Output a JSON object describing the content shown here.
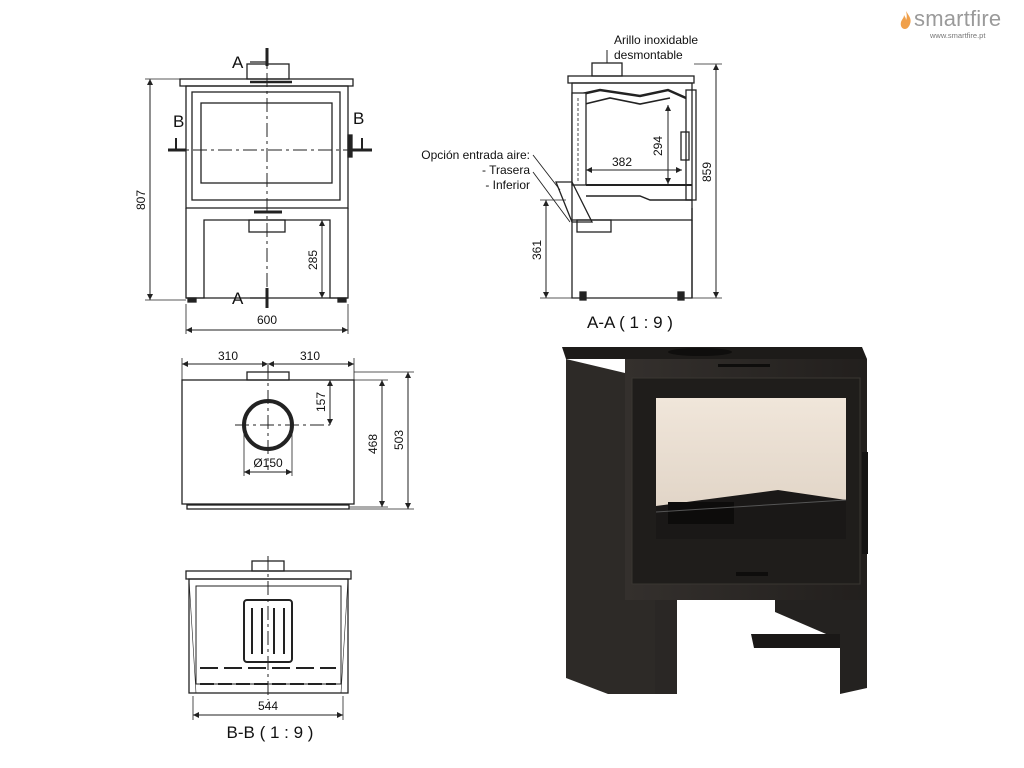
{
  "brand": {
    "name_plain": "smart",
    "name_accent": "fire",
    "url": "www.smartfire.pt",
    "accent_color": "#f0a04b",
    "text_color": "#9a9a9a"
  },
  "front_view": {
    "section_a_top": "A",
    "section_a_bottom": "A",
    "section_b_left": "B",
    "section_b_right": "B",
    "height": "807",
    "leg_height": "285",
    "width": "600"
  },
  "section_aa": {
    "note_line1": "Arillo inoxidable",
    "note_line2": "desmontable",
    "air_title": "Opción entrada aire:",
    "air_opt1": "- Trasera",
    "air_opt2": "- Inferior",
    "height": "859",
    "firebox_height": "294",
    "firebox_depth": "382",
    "base_height": "361",
    "caption": "A-A ( 1 : 9 )"
  },
  "top_view": {
    "half_left": "310",
    "half_right": "310",
    "flue_offset": "157",
    "flue_diameter": "Ø150",
    "depth_inner": "468",
    "depth_outer": "503"
  },
  "section_bb": {
    "width": "544",
    "caption": "B-B ( 1 : 9 )"
  },
  "colors": {
    "stove_body": "#2a2725",
    "stove_edge": "#1a1816",
    "glass_interior": "#e9ddd0",
    "line": "#222222"
  }
}
